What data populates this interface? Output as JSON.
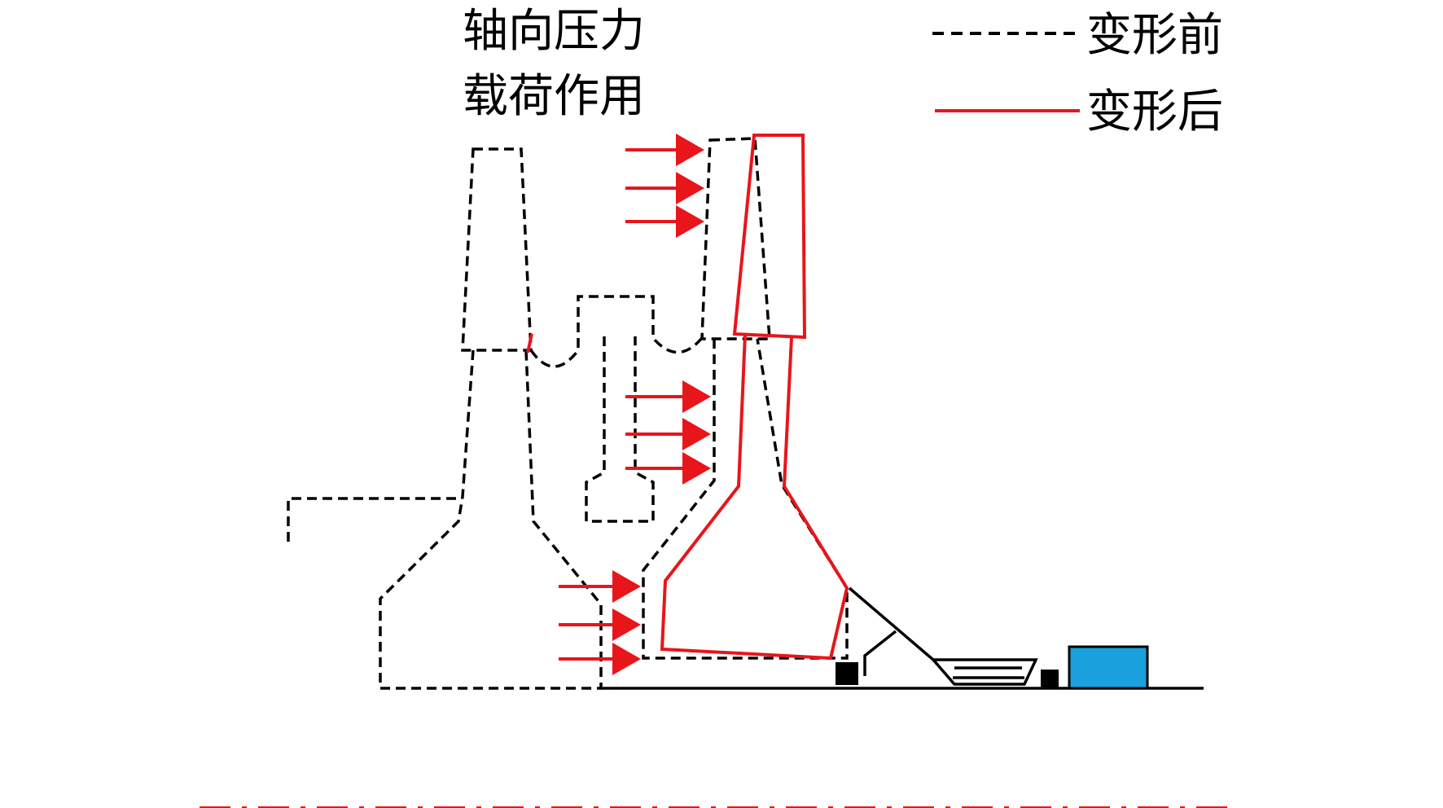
{
  "annotation": {
    "line1": "轴向压力",
    "line2": "载荷作用"
  },
  "legend": {
    "before_label": "变形前",
    "after_label": "变形后"
  },
  "colors": {
    "before": "#000000",
    "after": "#e8151b",
    "arrow": "#e8151b",
    "blue_block": "#1aa0dd",
    "black_block": "#000000"
  },
  "arrow_groups": [
    {
      "name": "top",
      "count": 3
    },
    {
      "name": "middle",
      "count": 3
    },
    {
      "name": "bottom",
      "count": 3
    }
  ]
}
